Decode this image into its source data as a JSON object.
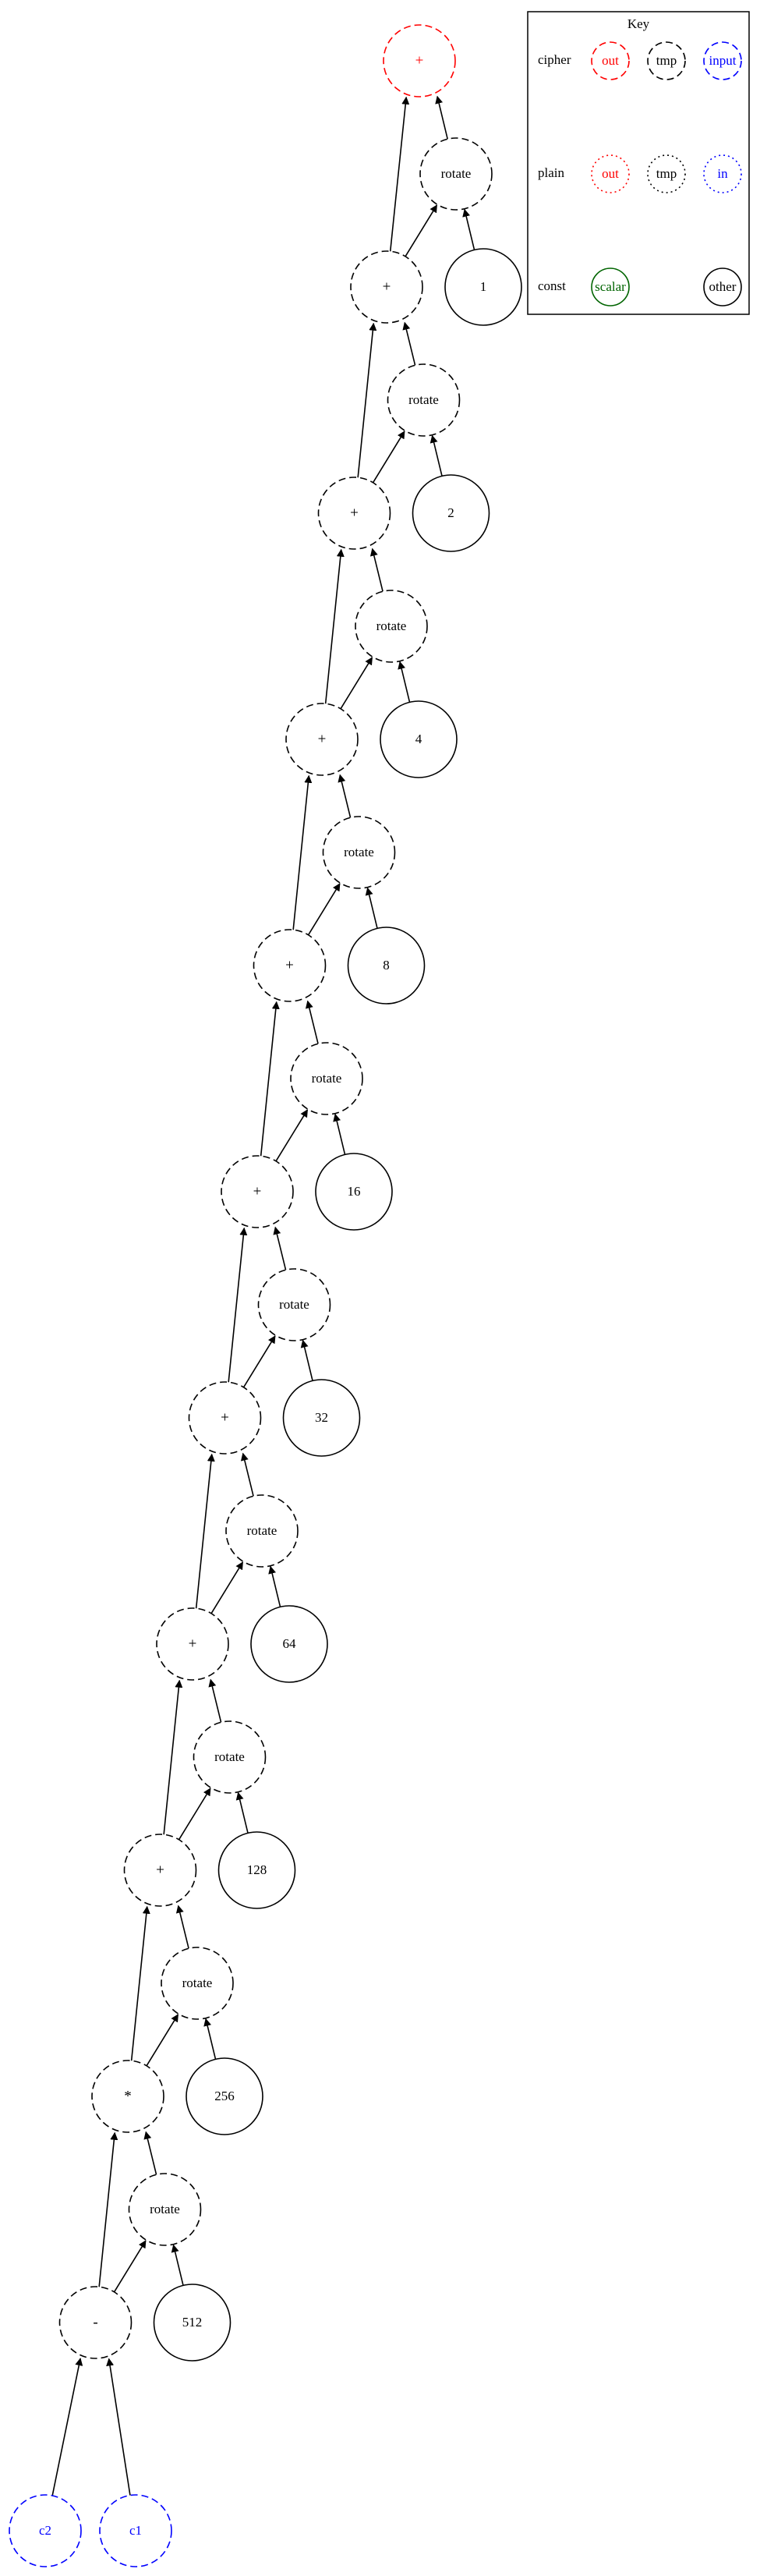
{
  "key": {
    "title": "Key",
    "rows": [
      {
        "label": "cipher",
        "items": [
          {
            "text": "out",
            "color": "#ff0000",
            "style": "dashed"
          },
          {
            "text": "tmp",
            "color": "#000000",
            "style": "dashed"
          },
          {
            "text": "input",
            "color": "#0000ff",
            "style": "dashed"
          }
        ]
      },
      {
        "label": "plain",
        "items": [
          {
            "text": "out",
            "color": "#ff0000",
            "style": "dotted"
          },
          {
            "text": "tmp",
            "color": "#000000",
            "style": "dotted"
          },
          {
            "text": "in",
            "color": "#0000ff",
            "style": "dotted"
          }
        ]
      },
      {
        "label": "const",
        "items": [
          {
            "text": "scalar",
            "color": "#006400",
            "style": "solid"
          },
          {
            "text": "other",
            "color": "#000000",
            "style": "solid"
          }
        ]
      }
    ]
  },
  "graph": {
    "output_node": {
      "text": "+",
      "color": "#ff0000"
    },
    "levels": [
      {
        "rotate_label": "rotate",
        "add_label": "+",
        "const": "1"
      },
      {
        "rotate_label": "rotate",
        "add_label": "+",
        "const": "2"
      },
      {
        "rotate_label": "rotate",
        "add_label": "+",
        "const": "4"
      },
      {
        "rotate_label": "rotate",
        "add_label": "+",
        "const": "8"
      },
      {
        "rotate_label": "rotate",
        "add_label": "+",
        "const": "16"
      },
      {
        "rotate_label": "rotate",
        "add_label": "+",
        "const": "32"
      },
      {
        "rotate_label": "rotate",
        "add_label": "+",
        "const": "64"
      },
      {
        "rotate_label": "rotate",
        "add_label": "+",
        "const": "128"
      },
      {
        "rotate_label": "rotate",
        "add_label": "*",
        "const": "256"
      },
      {
        "rotate_label": "rotate",
        "add_label": "-",
        "const": "512"
      }
    ],
    "inputs": [
      {
        "text": "c2",
        "color": "#0000ff"
      },
      {
        "text": "c1",
        "color": "#0000ff"
      }
    ]
  }
}
